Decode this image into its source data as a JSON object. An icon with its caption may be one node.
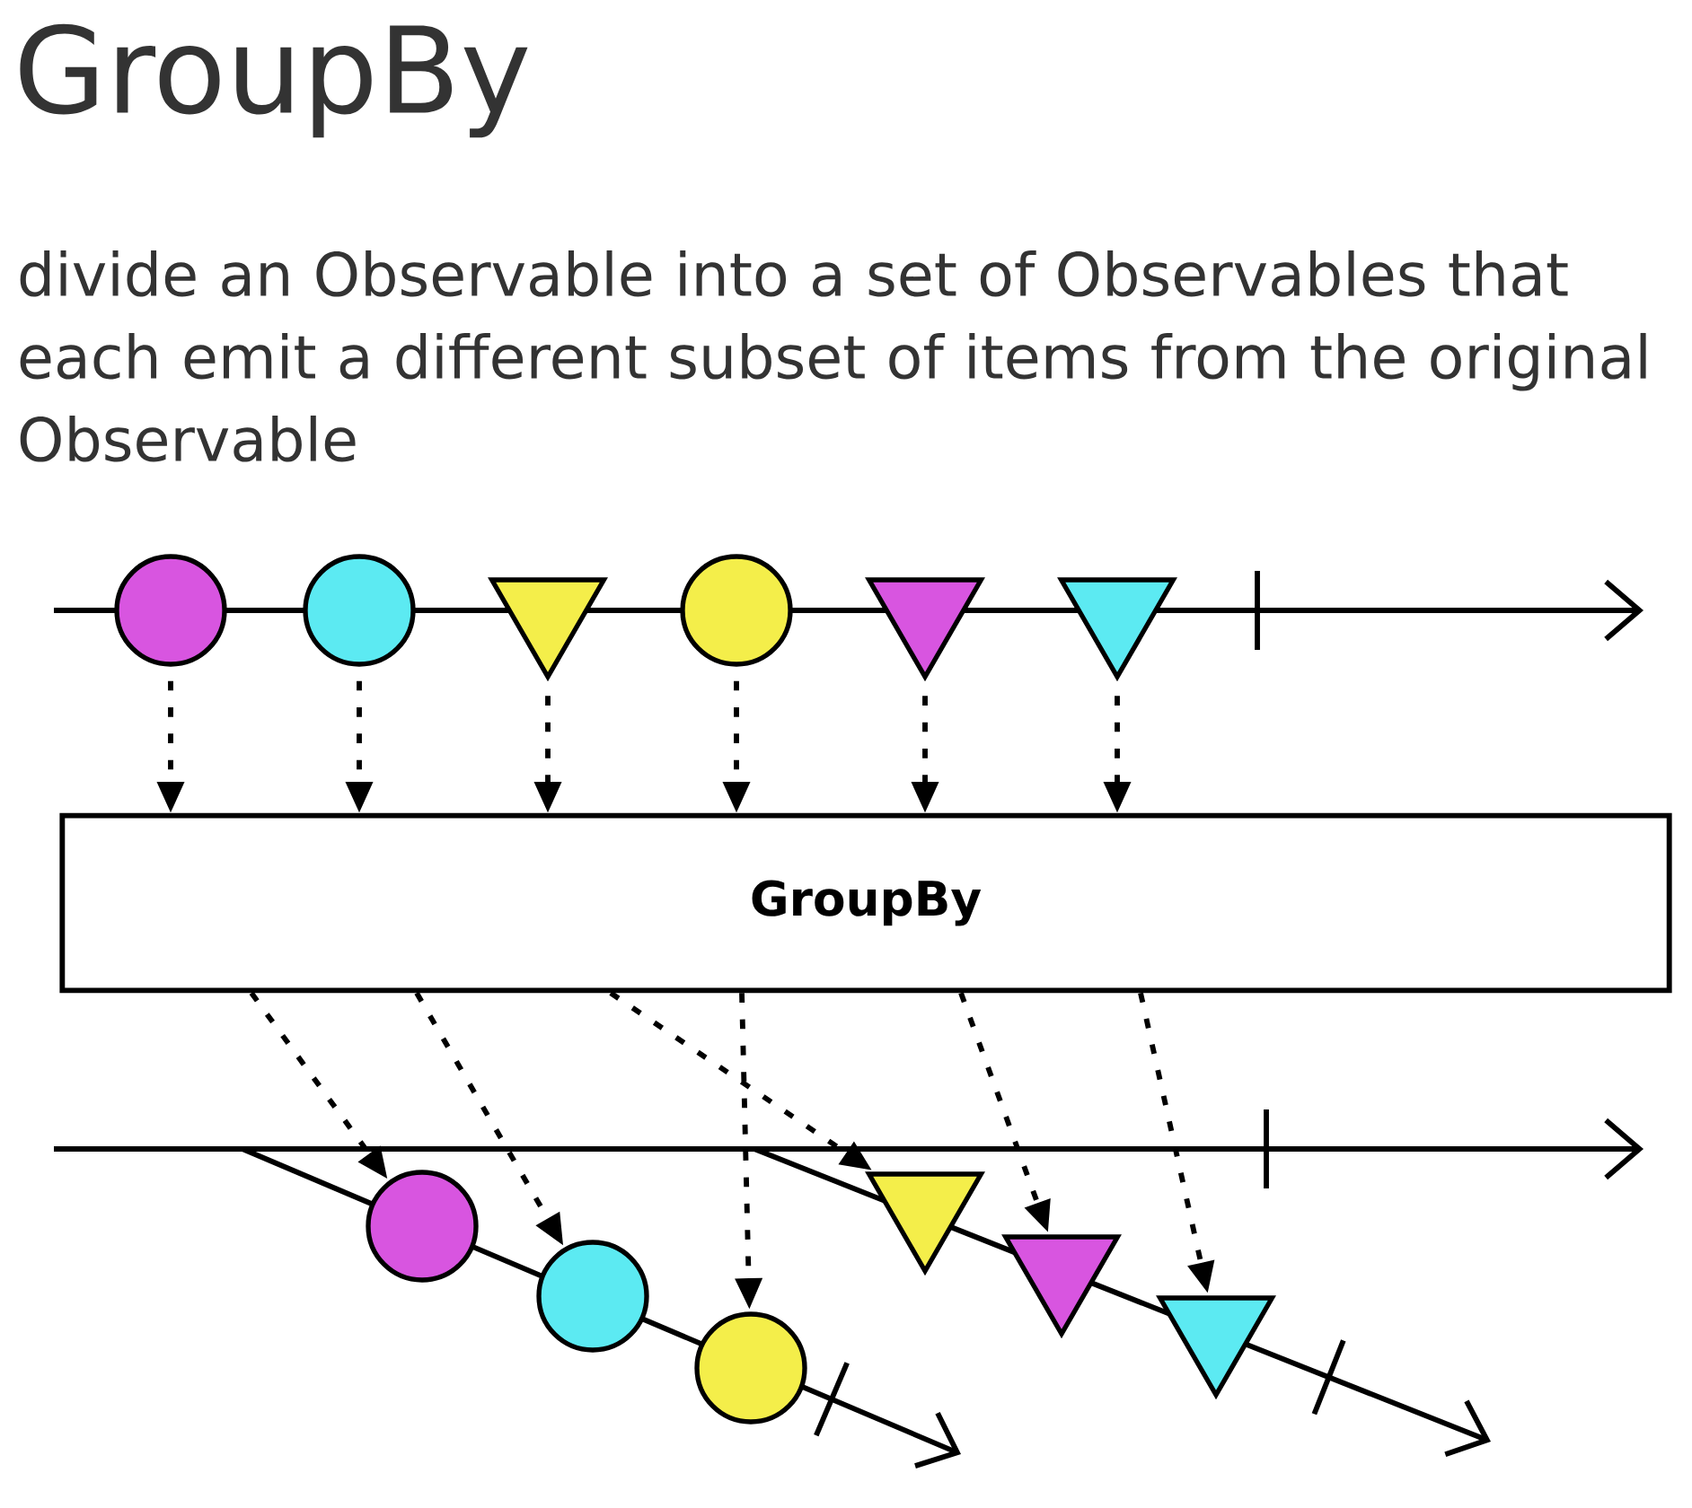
{
  "diagram": {
    "title": "GroupBy",
    "caption": "divide an Observable into a set of Observables that each emit a different subset of items from the original Observable",
    "nodes": [
      {
        "text": [],
        "shape": "circle"
      },
      {
        "text": [],
        "shape": "circle"
      },
      {
        "text": [],
        "shape": "triangle"
      },
      {
        "text": [],
        "shape": "circle"
      },
      {
        "text": [],
        "shape": "triangle"
      },
      {
        "text": [],
        "shape": "triangle"
      },
      {
        "text": [
          "GroupBy"
        ]
      },
      {
        "text": [],
        "shape": "circle"
      },
      {
        "text": [],
        "shape": "circle"
      },
      {
        "text": [],
        "shape": "circle"
      },
      {
        "text": [],
        "shape": "triangle"
      },
      {
        "text": [],
        "shape": "triangle"
      },
      {
        "text": [],
        "shape": "triangle"
      }
    ],
    "edges": [
      {
        "from": 0,
        "to": 6,
        "arrow": "to",
        "style": "dashed"
      },
      {
        "from": 1,
        "to": 6,
        "arrow": "to",
        "style": "dashed"
      },
      {
        "from": 2,
        "to": 6,
        "arrow": "to",
        "style": "dashed"
      },
      {
        "from": 3,
        "to": 6,
        "arrow": "to",
        "style": "dashed"
      },
      {
        "from": 4,
        "to": 6,
        "arrow": "to",
        "style": "dashed"
      },
      {
        "from": 5,
        "to": 6,
        "arrow": "to",
        "style": "dashed"
      },
      {
        "from": 6,
        "to": 7,
        "arrow": "to",
        "style": "dashed"
      },
      {
        "from": 6,
        "to": 8,
        "arrow": "to",
        "style": "dashed"
      },
      {
        "from": 6,
        "to": 9,
        "arrow": "to",
        "style": "dashed"
      },
      {
        "from": 6,
        "to": 10,
        "arrow": "to",
        "style": "dashed"
      },
      {
        "from": 6,
        "to": 11,
        "arrow": "to",
        "style": "dashed"
      },
      {
        "from": 6,
        "to": 12,
        "arrow": "to",
        "style": "dashed"
      }
    ]
  }
}
